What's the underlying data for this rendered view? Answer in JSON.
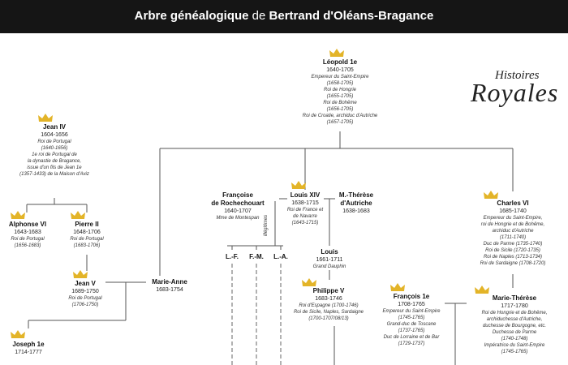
{
  "title": {
    "bold1": "Arbre généalogique",
    "mid": " de ",
    "bold2": "Bertrand d'Oléans-Bragance"
  },
  "logo": {
    "line1": "Histoires",
    "line2": "Royales"
  },
  "illegitimes_label": "illégitimes",
  "people": {
    "leopold": {
      "name": "Léopold 1e",
      "dates": "1640-1705",
      "roles": [
        "Empereur du Saint-Empire",
        "(1658-1705)",
        "Roi de Hongrie",
        "(1655-1705)",
        "Roi de Bohême",
        "(1656-1705)",
        "Roi de Croatie, archiduc d'Autriche",
        "(1657-1705)"
      ]
    },
    "jean4": {
      "name": "Jean IV",
      "dates": "1604-1656",
      "roles": [
        "Roi de Portugal",
        "(1640-1656)",
        "1e roi de Portugal de",
        "la dynastie de Bragance,",
        "issue d'un fils de Jean 1e",
        "(1357-1433) de la Maison d'Aviz"
      ]
    },
    "alphonse6": {
      "name": "Alphonse VI",
      "dates": "1643-1683",
      "roles": [
        "Roi de Portugal",
        "(1656-1683)"
      ]
    },
    "pierre2": {
      "name": "Pierre II",
      "dates": "1648-1706",
      "roles": [
        "Roi de Portugal",
        "(1683-1706)"
      ]
    },
    "francoise": {
      "name": "Françoise",
      "name2": "de Rochechouart",
      "dates": "1640-1707",
      "roles": [
        "Mme de Montespan"
      ]
    },
    "louis14": {
      "name": "Louis XIV",
      "dates": "1638-1715",
      "roles": [
        "Roi de France et",
        "de Navarre",
        "(1643-1715)"
      ]
    },
    "mtherese": {
      "name": "M.-Thérèse",
      "name2": "d'Autriche",
      "dates": "1638-1683",
      "roles": []
    },
    "charles6": {
      "name": "Charles VI",
      "dates": "1685-1740",
      "roles": [
        "Empereur du Saint-Empire,",
        "roi de Hongrie et de Bohême,",
        "archiduc d'Autriche",
        "(1711-1740)",
        "Duc de Parme (1735-1740)",
        "Roi de Sicile (1720-1735)",
        "Roi de Naples (1713-1734)",
        "Roi de Sardaigne (1708-1720)"
      ]
    },
    "lf": {
      "name": "L.-F."
    },
    "fm": {
      "name": "F.-M."
    },
    "la": {
      "name": "L.-A."
    },
    "louis": {
      "name": "Louis",
      "dates": "1661-1711",
      "roles": [
        "Grand Dauphin"
      ]
    },
    "jean5": {
      "name": "Jean V",
      "dates": "1689-1750",
      "roles": [
        "Roi de Portugal",
        "(1706-1750)"
      ]
    },
    "marieanne": {
      "name": "Marie-Anne",
      "dates": "1683-1754",
      "roles": []
    },
    "philippe5": {
      "name": "Philippe V",
      "dates": "1683-1746",
      "roles": [
        "Roi d'Espagne (1700-1746)",
        "Roi de Sicile, Naples, Sardaigne",
        "(1700-1707/08/13)"
      ]
    },
    "francois1": {
      "name": "François 1e",
      "dates": "1708-1765",
      "roles": [
        "Empereur du Saint-Empire",
        "(1745-1765)",
        "Grand-duc de Toscane",
        "(1737-1765)",
        "Duc de Lorraine et de Bar",
        "(1729-1737)"
      ]
    },
    "marietherese": {
      "name": "Marie-Thérèse",
      "dates": "1717-1780",
      "roles": [
        "Roi de Hongrie et de Bohême,",
        "archiduchesse d'Autriche,",
        "duchesse de Bourgogne, etc.",
        "Duchesse de Parme",
        "(1740-1748)",
        "Impératrice du Saint-Empire",
        "(1745-1765)"
      ]
    },
    "joseph1": {
      "name": "Joseph 1e",
      "dates": "1714-1777",
      "roles": []
    }
  },
  "colors": {
    "bar": "#151515",
    "crown": "#e3b428",
    "line": "#555555"
  }
}
